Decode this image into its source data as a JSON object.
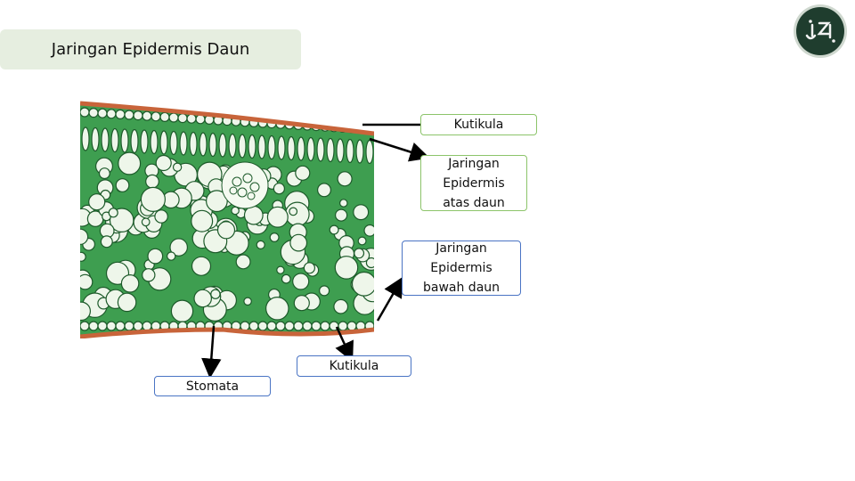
{
  "title": "Jaringan Epidermis Daun",
  "labels": {
    "kutikula_top": "Kutikula",
    "epidermis_atas": "Jaringan Epidermis atas daun",
    "epidermis_bawah": "Jaringan Epidermis bawah daun",
    "kutikula_bottom": "Kutikula",
    "stomata": "Stomata"
  },
  "colors": {
    "title_bg": "#e6eee0",
    "logo_bg": "#1f3d2e",
    "cuticle": "#c8643a",
    "tissue": "#3e9e50"
  }
}
